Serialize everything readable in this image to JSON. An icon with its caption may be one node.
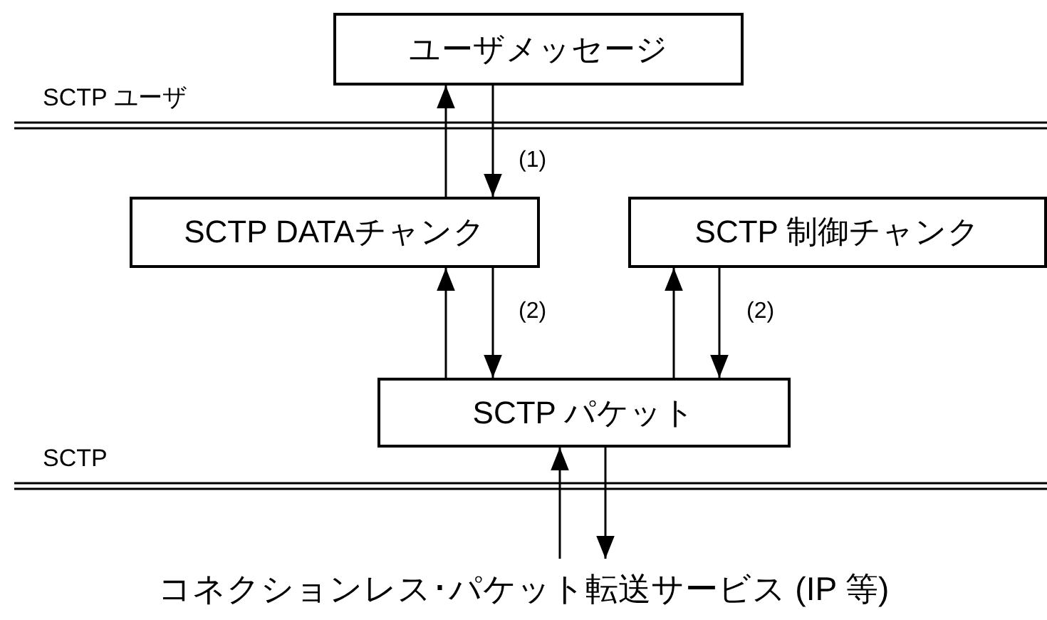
{
  "diagram": {
    "nodes": [
      {
        "text": [
          "ユーザメッセージ"
        ]
      },
      {
        "text": [
          "SCTP DATAチャンク"
        ]
      },
      {
        "text": [
          "SCTP 制御チャンク"
        ]
      },
      {
        "text": [
          "SCTP パケット"
        ]
      },
      {
        "text": [
          "コネクションレス･パケット転送サービス (IP 等)"
        ]
      }
    ],
    "edges": [
      {
        "from": 1,
        "to": 0,
        "arrow": "to"
      },
      {
        "from": 0,
        "to": 1,
        "arrow": "to",
        "label": "(1)"
      },
      {
        "from": 3,
        "to": 1,
        "arrow": "to"
      },
      {
        "from": 1,
        "to": 3,
        "arrow": "to",
        "label": "(2)"
      },
      {
        "from": 3,
        "to": 2,
        "arrow": "to"
      },
      {
        "from": 2,
        "to": 3,
        "arrow": "to",
        "label": "(2)"
      },
      {
        "from": 4,
        "to": 3,
        "arrow": "to"
      },
      {
        "from": 3,
        "to": 4,
        "arrow": "to"
      }
    ],
    "labels": [
      "SCTP ユーザ",
      "SCTP"
    ]
  }
}
